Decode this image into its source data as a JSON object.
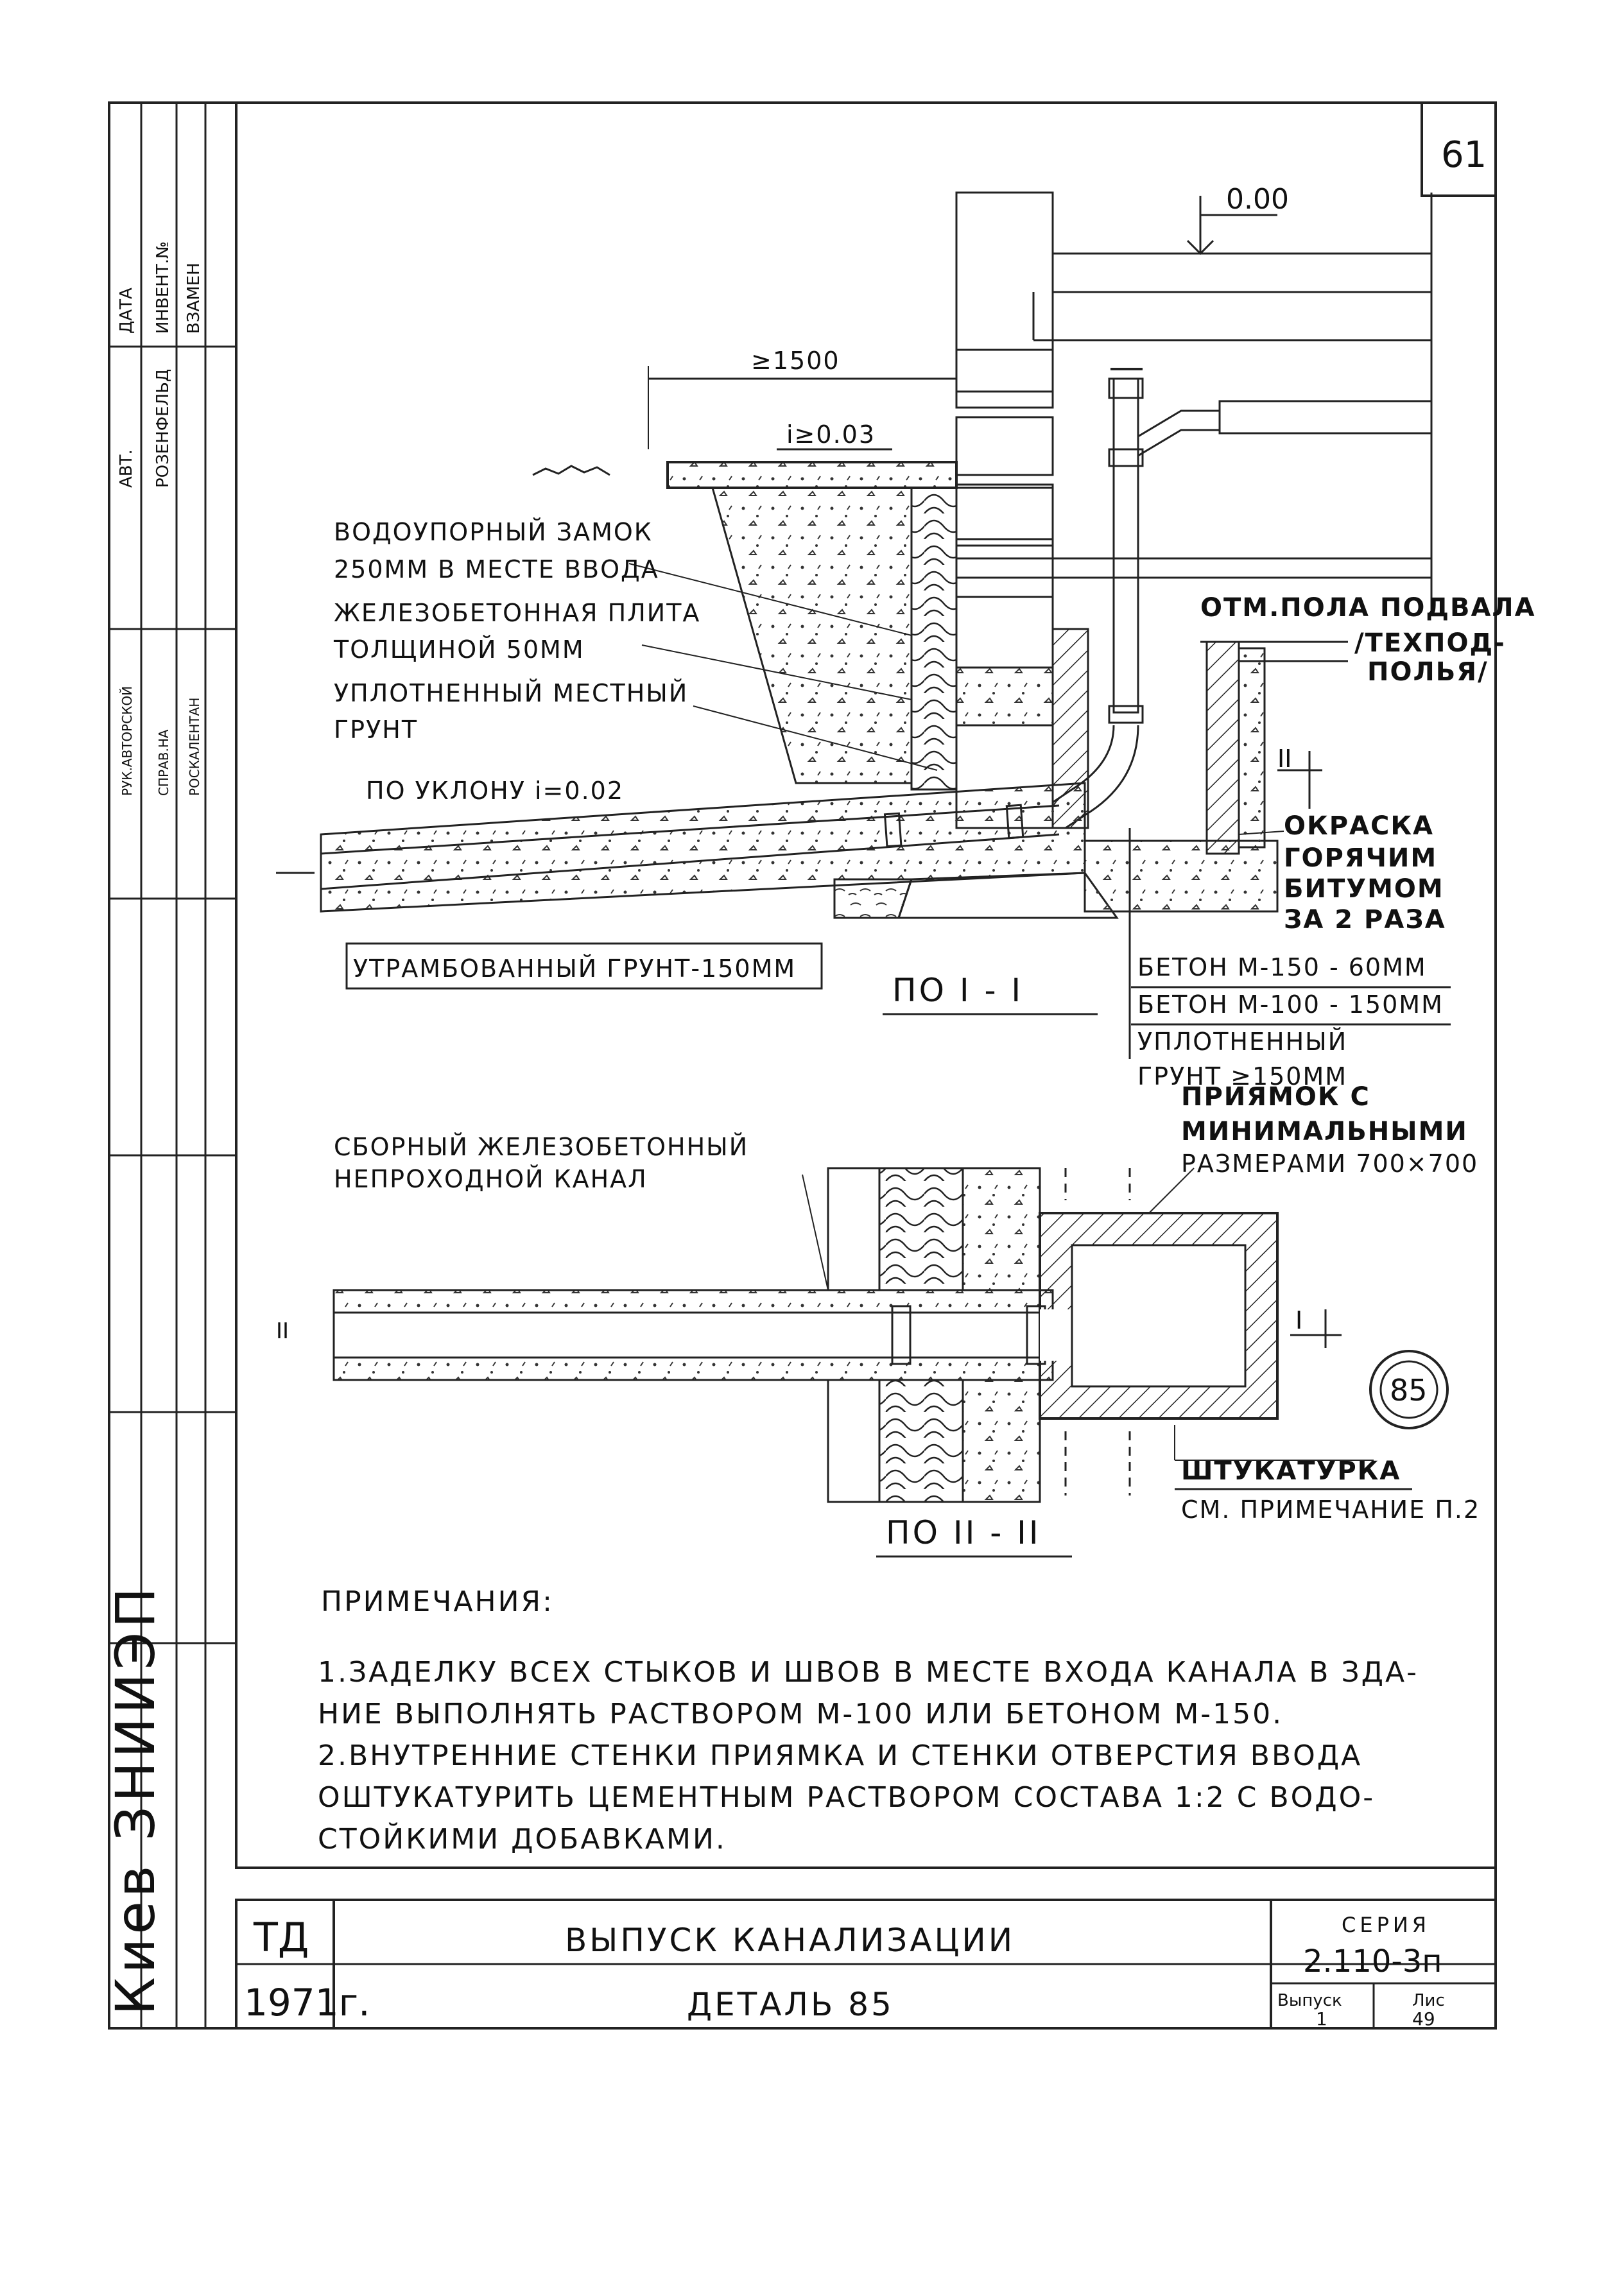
{
  "sheet": {
    "page_number": "61",
    "elevation_mark": "0.00"
  },
  "section_1": {
    "dim_min_length": "≥1500",
    "dim_slope_top": "i≥0.03",
    "label_waterproof_lock": [
      "ВОДОУПОРНЫЙ ЗАМОК",
      "250ММ В МЕСТЕ ВВОДА"
    ],
    "label_rc_slab": [
      "ЖЕЛЕЗОБЕТОННАЯ ПЛИТА",
      "ТОЛЩИНОЙ 50ММ"
    ],
    "label_compacted_soil": [
      "УПЛОТНЕННЫЙ МЕСТНЫЙ",
      "ГРУНТ"
    ],
    "label_slope": "ПО УКЛОНУ i=0.02",
    "label_rammed_soil": "УТРАМБОВАННЫЙ ГРУНТ-150ММ",
    "label_basement_floor": [
      "ОТМ.ПОЛА ПОДВАЛА",
      "/ТЕХПОД-",
      "ПОЛЬЯ/"
    ],
    "label_painting": [
      "ОКРАСКА",
      "ГОРЯЧИМ",
      "БИТУМОМ",
      "ЗА 2 РАЗА"
    ],
    "label_concrete_1": "БЕТОН М-150 - 60ММ",
    "label_concrete_2": "БЕТОН М-100 - 150ММ",
    "label_compacted_2": [
      "УПЛОТНЕННЫЙ",
      "ГРУНТ  ≥150ММ"
    ],
    "section_mark": "II",
    "section_title": "ПО  I - I"
  },
  "section_2": {
    "label_channel": [
      "СБОРНЫЙ ЖЕЛЕЗОБЕТОННЫЙ",
      "НЕПРОХОДНОЙ КАНАЛ"
    ],
    "label_pit": [
      "ПРИЯМОК  С",
      "МИНИМАЛЬНЫМИ",
      "РАЗМЕРАМИ  700×700"
    ],
    "label_plaster": "ШТУКАТУРКА",
    "label_plaster_note": "СМ. ПРИМЕЧАНИЕ П.2",
    "section_mark": "I",
    "left_mark": "II",
    "detail_number": "85",
    "section_title": "ПО  II - II"
  },
  "notes": {
    "heading": "ПРИМЕЧАНИЯ:",
    "lines": [
      "1.ЗАДЕЛКУ ВСЕХ СТЫКОВ И ШВОВ  В МЕСТЕ ВХОДА КАНАЛА В ЗДА-",
      "  НИЕ  ВЫПОЛНЯТЬ РАСТВОРОМ М-100 ИЛИ БЕТОНОМ М-150.",
      "2.ВНУТРЕННИЕ  СТЕНКИ  ПРИЯМКА И СТЕНКИ  ОТВЕРСТИЯ ВВОДА",
      "  ОШТУКАТУРИТЬ ЦЕМЕНТНЫМ РАСТВОРОМ СОСТАВА 1:2 С ВОДО-",
      "  СТОЙКИМИ ДОБАВКАМИ."
    ]
  },
  "title_block": {
    "code": "ТД",
    "year": "1971г.",
    "title": "ВЫПУСК КАНАЛИЗАЦИИ",
    "subtitle": "ДЕТАЛЬ 85",
    "series_label": "СЕРИЯ",
    "series_value": "2.110-3п",
    "issue_label": "Выпуск",
    "issue_value": "1",
    "sheet_label": "Лис",
    "sheet_value": "49"
  },
  "side_stamp": {
    "org": "Киев ЗНИИЭП",
    "rows": [
      "ДАТА",
      "ИНВЕНТ.№",
      "ВЗАМЕН",
      "АВТ.",
      "РОЗЕНФЕЛЬД",
      "РУК.АВТОРСКОЙ",
      "СПРАВ.НА",
      "РОСКАЛЕНТАН"
    ]
  }
}
